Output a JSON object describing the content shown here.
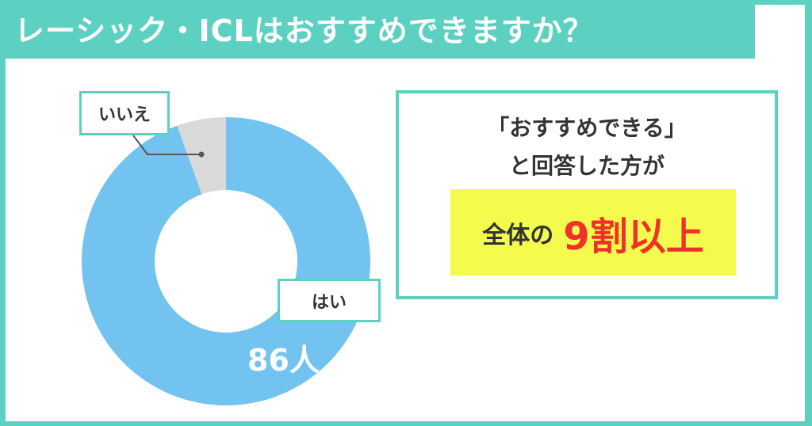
{
  "header": {
    "title": "レーシック・ICLはおすすめできますか？"
  },
  "chart_data": {
    "type": "pie",
    "variant": "donut",
    "categories": [
      "はい",
      "いいえ"
    ],
    "values": [
      86,
      5
    ],
    "colors": [
      "#72c3ef",
      "#d9d9d9"
    ],
    "data_labels": {
      "yes": "86人"
    },
    "legend": "none"
  },
  "panel": {
    "line1": "「おすすめできる」",
    "line2": "と回答した方が",
    "highlight_prefix": "全体の",
    "highlight_main": "9割以上"
  },
  "colors": {
    "accent": "#5dd1c1",
    "highlight_bg": "#f5fb4c",
    "highlight_text": "#f0302a"
  }
}
